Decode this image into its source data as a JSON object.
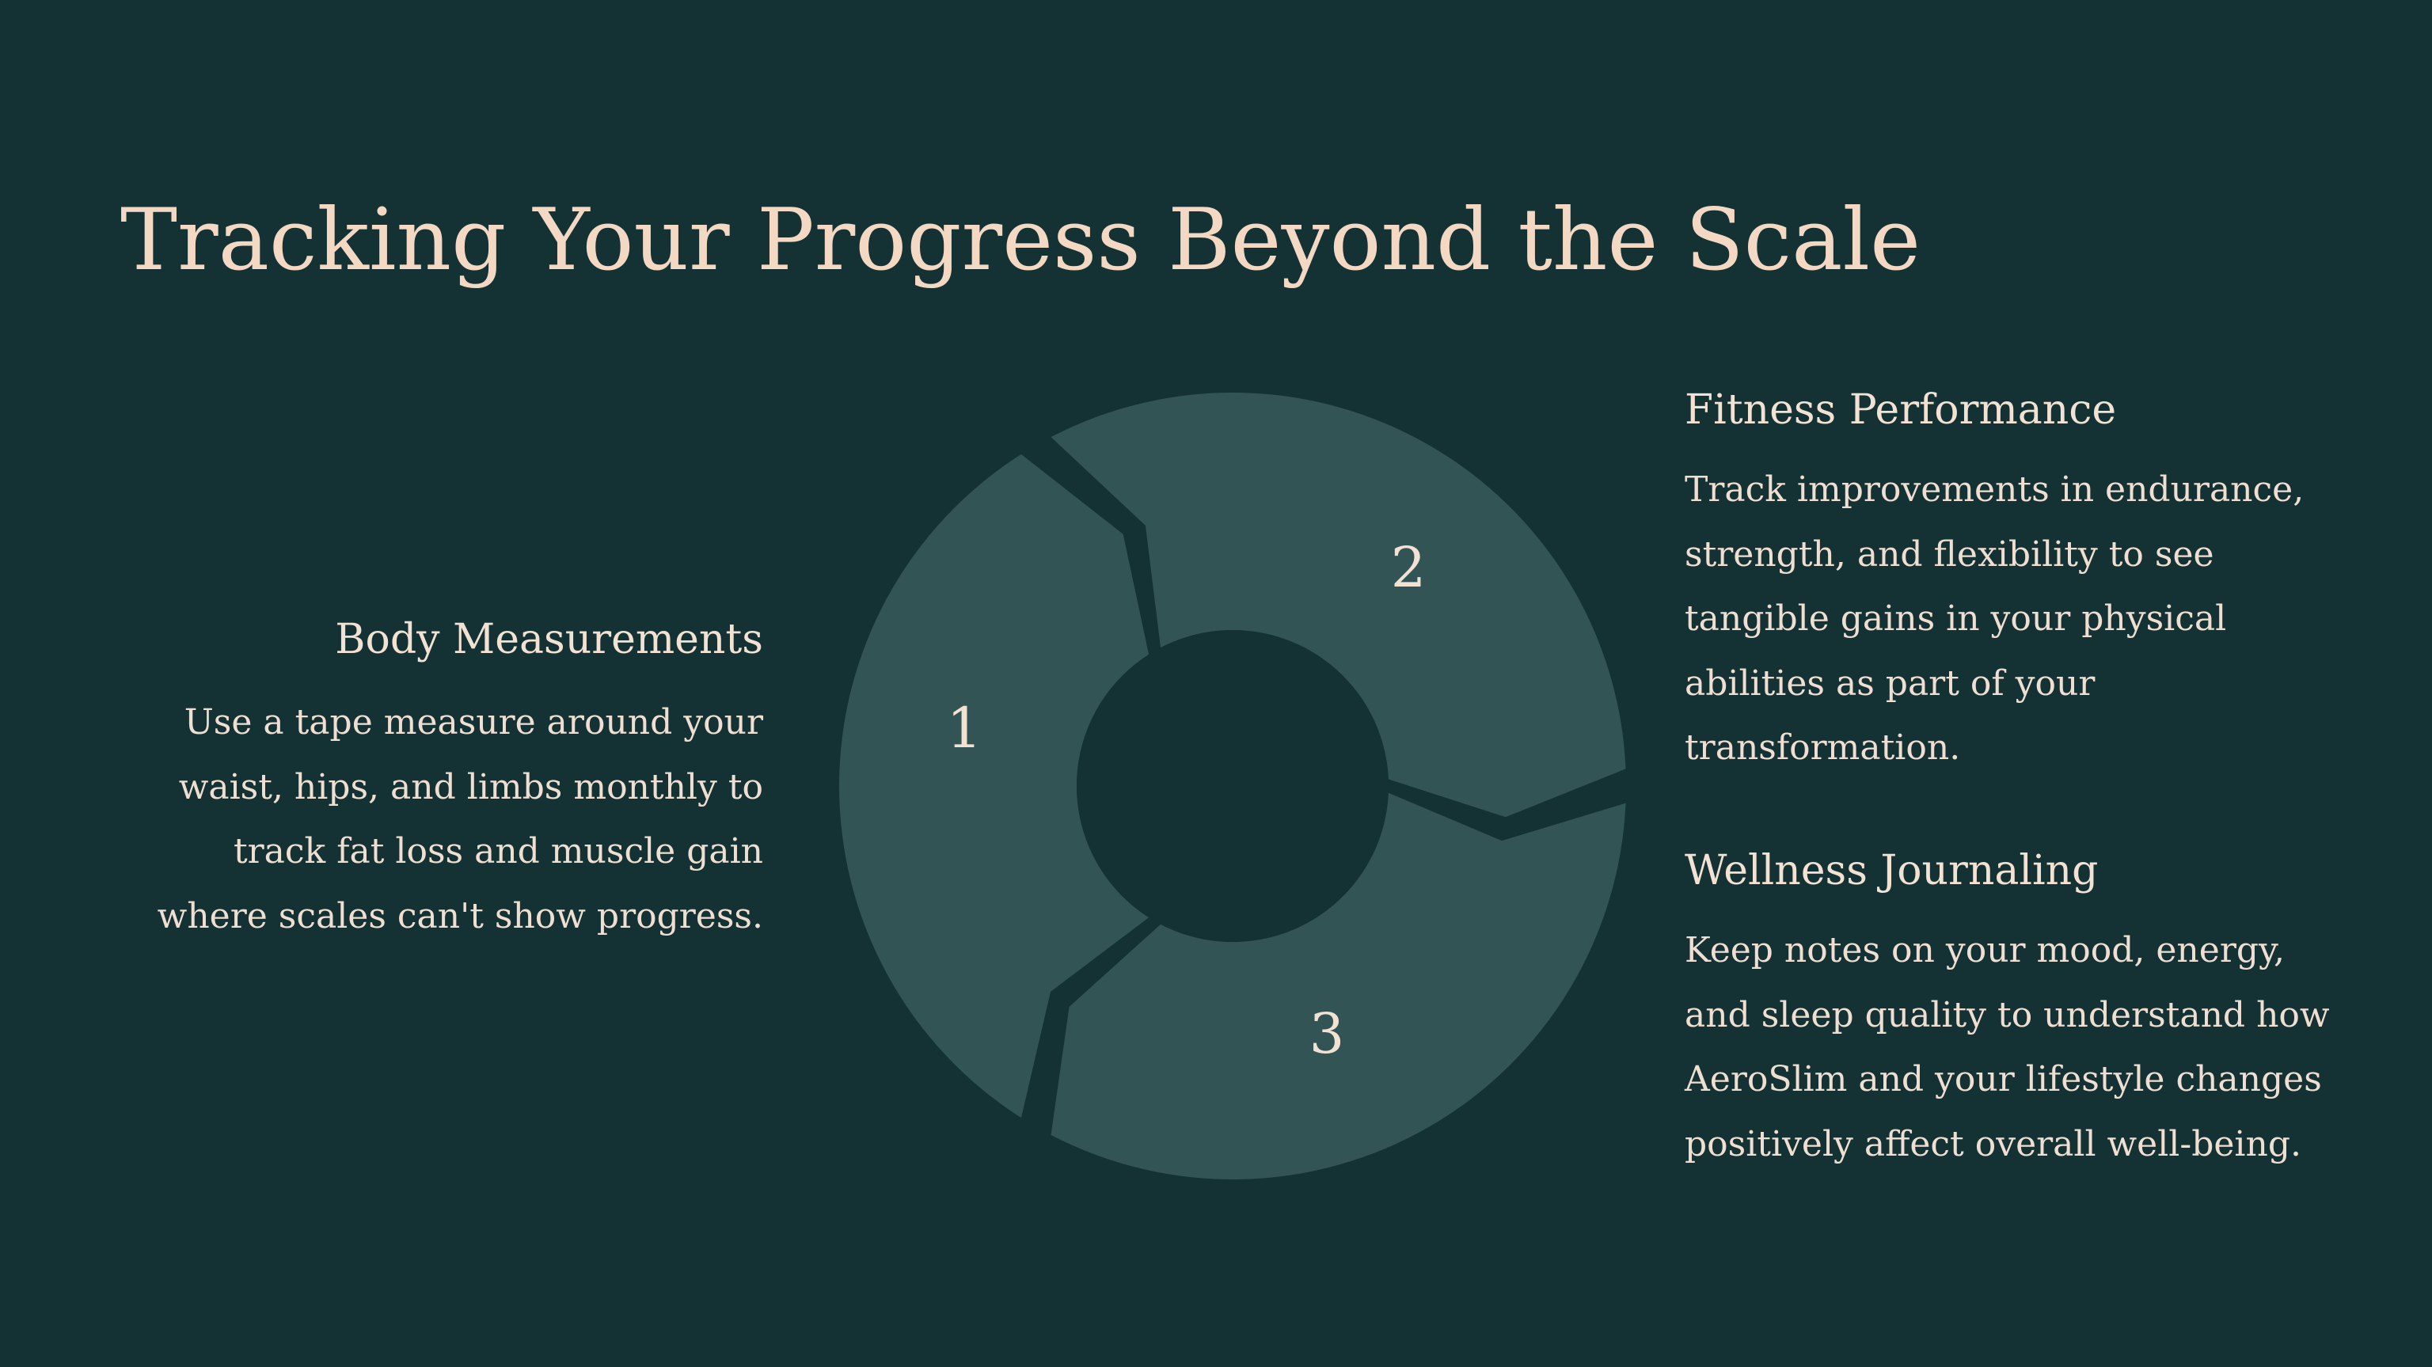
{
  "slide": {
    "title": "Tracking Your Progress Beyond the Scale",
    "background_color": "#143133",
    "accent_color": "#f3d9c3",
    "segment_color": "#325454"
  },
  "left": {
    "heading": "Body Measurements",
    "lines": [
      "Use a tape measure around your",
      "waist, hips, and limbs monthly to",
      "track fat loss and muscle gain",
      "where scales can't show progress."
    ]
  },
  "right_top": {
    "heading": "Fitness Performance",
    "lines": [
      "Track improvements in endurance,",
      "strength, and flexibility to see",
      "tangible gains in your physical",
      "abilities as part of your",
      "transformation."
    ]
  },
  "right_bottom": {
    "heading": "Wellness Journaling",
    "lines": [
      "Keep notes on your mood, energy,",
      "and sleep quality to understand how",
      "AeroSlim and your lifestyle changes",
      "positively affect overall well-being."
    ]
  },
  "cycle": {
    "labels": [
      "1",
      "2",
      "3"
    ]
  }
}
